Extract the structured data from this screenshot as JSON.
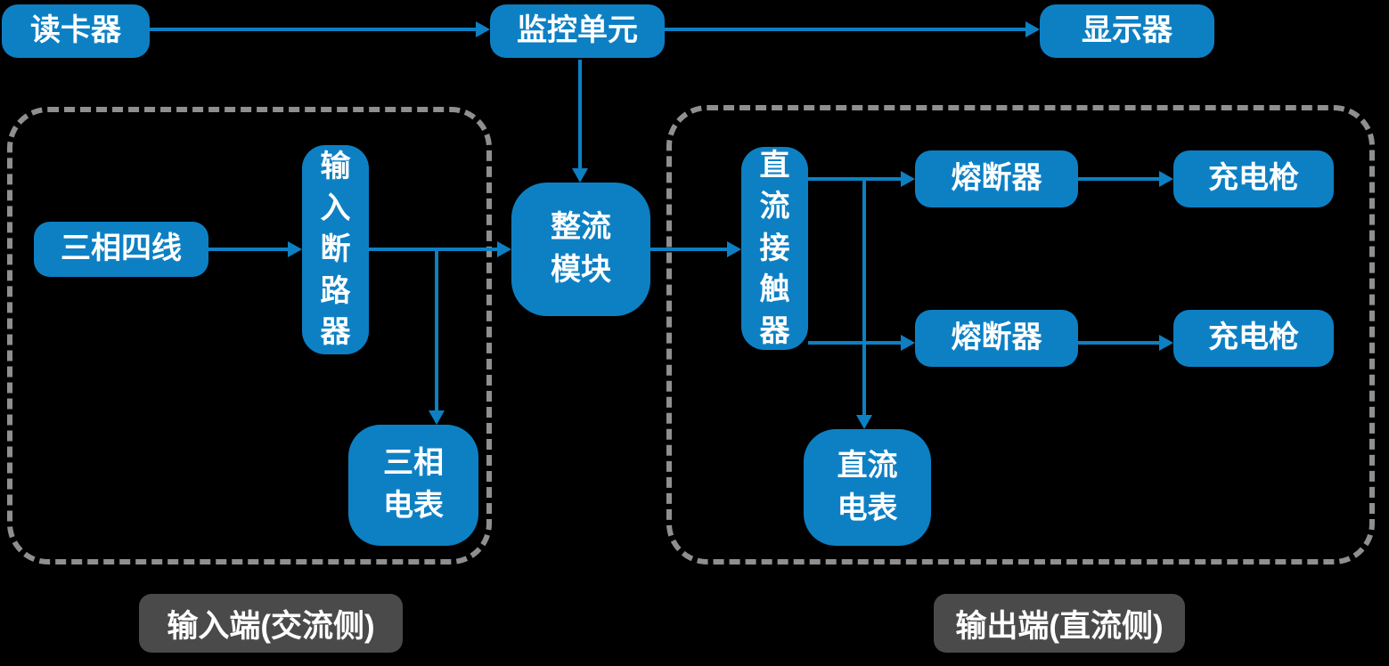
{
  "diagram": {
    "title_hint": "EV charging pile power system block diagram",
    "colors": {
      "background": "#000000",
      "node_fill": "#0d80c4",
      "node_text": "#ffffff",
      "arrow": "#0d80c4",
      "group_border": "#8f8f8f",
      "group_label_bg": "#4a4a4a"
    },
    "nodes": {
      "card_reader": {
        "label": "读卡器"
      },
      "monitor_unit": {
        "label": "监控单元"
      },
      "display": {
        "label": "显示器"
      },
      "three_phase_four_wire": {
        "label": "三相四线"
      },
      "input_breaker": {
        "label": "输入断路器",
        "orientation": "vertical"
      },
      "three_phase_meter": {
        "label": "三相\n电表"
      },
      "rectifier_module": {
        "label": "整流\n模块"
      },
      "dc_contactor": {
        "label": "直流接触器",
        "orientation": "vertical"
      },
      "fuse_1": {
        "label": "熔断器"
      },
      "charging_gun_1": {
        "label": "充电枪"
      },
      "fuse_2": {
        "label": "熔断器"
      },
      "charging_gun_2": {
        "label": "充电枪"
      },
      "dc_meter": {
        "label": "直流\n电表"
      }
    },
    "groups": {
      "input_side": {
        "label": "输入端(交流侧)",
        "members": [
          "three_phase_four_wire",
          "input_breaker",
          "three_phase_meter"
        ]
      },
      "output_side": {
        "label": "输出端(直流侧)",
        "members": [
          "dc_contactor",
          "fuse_1",
          "charging_gun_1",
          "fuse_2",
          "charging_gun_2",
          "dc_meter"
        ]
      }
    },
    "edges": [
      {
        "from": "card_reader",
        "to": "monitor_unit"
      },
      {
        "from": "monitor_unit",
        "to": "display"
      },
      {
        "from": "monitor_unit",
        "to": "rectifier_module"
      },
      {
        "from": "three_phase_four_wire",
        "to": "input_breaker"
      },
      {
        "from": "input_breaker",
        "to": "rectifier_module"
      },
      {
        "from": "input_breaker",
        "to": "three_phase_meter"
      },
      {
        "from": "rectifier_module",
        "to": "dc_contactor"
      },
      {
        "from": "dc_contactor",
        "to": "fuse_1"
      },
      {
        "from": "fuse_1",
        "to": "charging_gun_1"
      },
      {
        "from": "dc_contactor",
        "to": "fuse_2"
      },
      {
        "from": "fuse_2",
        "to": "charging_gun_2"
      },
      {
        "from": "dc_contactor",
        "to": "dc_meter"
      }
    ]
  }
}
